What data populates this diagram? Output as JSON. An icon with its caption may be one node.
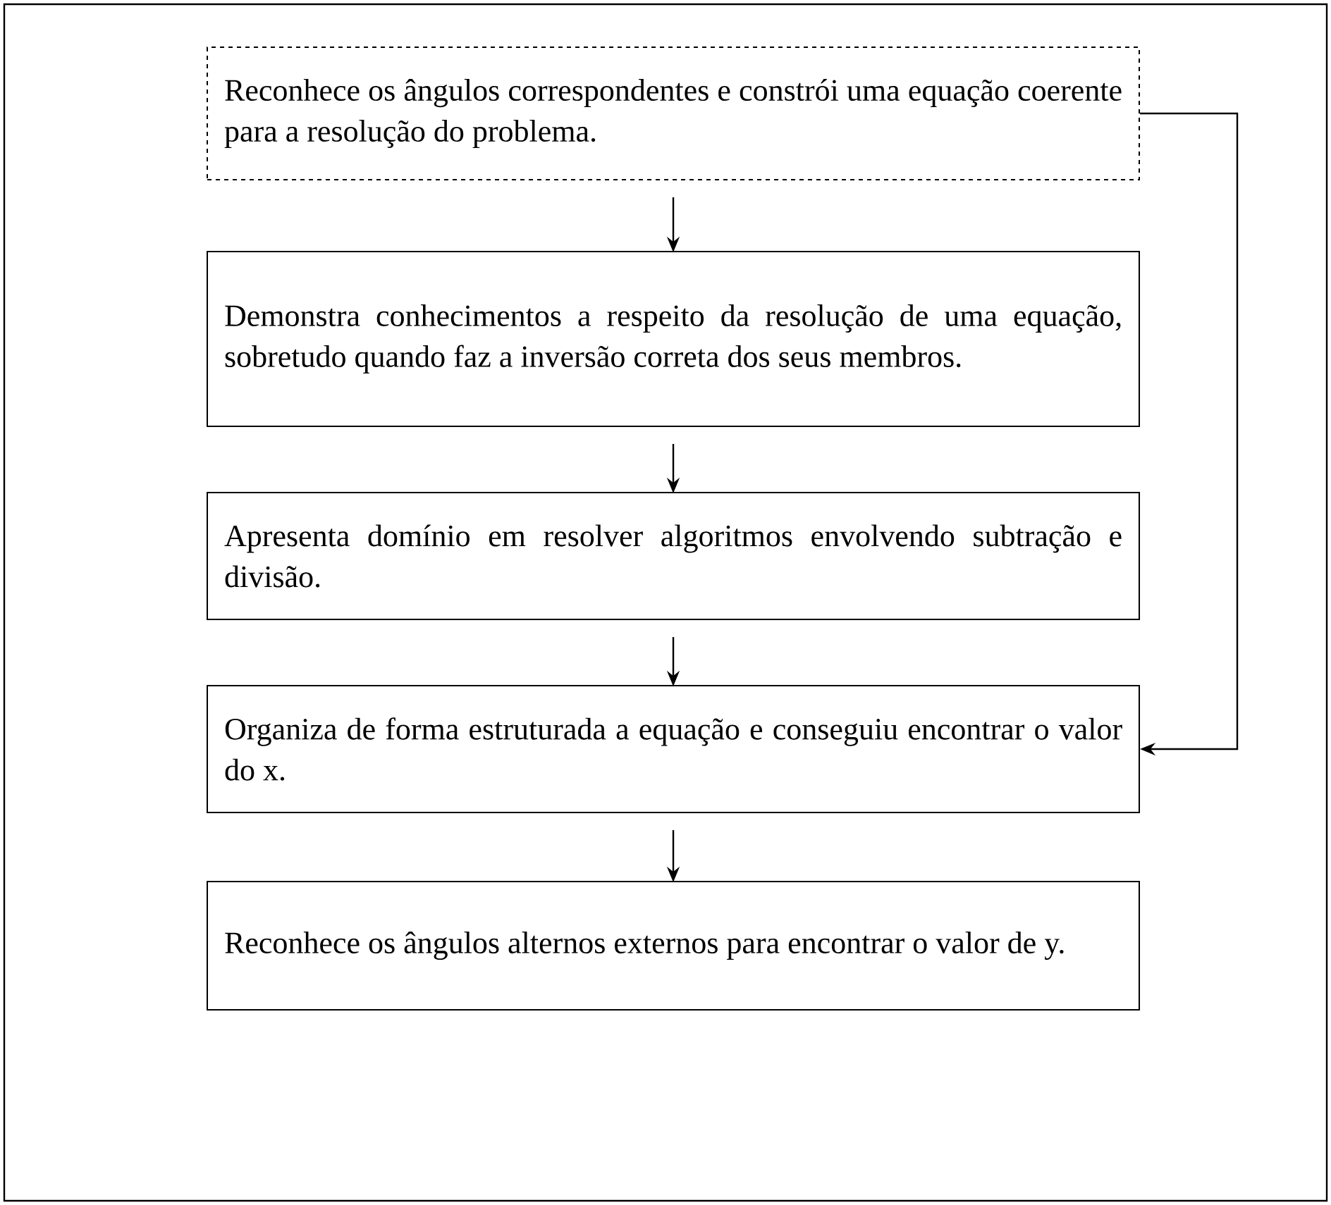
{
  "diagram": {
    "nodes": [
      {
        "text": [
          "Reconhece os ângulos correspondentes e constrói uma equação coerente para a resolução do problema."
        ]
      },
      {
        "text": [
          "Demonstra conhecimentos a respeito da resolução de uma equação, sobretudo quando faz a inversão correta dos seus membros."
        ]
      },
      {
        "text": [
          "Apresenta domínio em resolver algoritmos envolvendo subtração e divisão."
        ]
      },
      {
        "text": [
          "Organiza de forma estruturada a equação e conseguiu encontrar o valor do x."
        ]
      },
      {
        "text": [
          "Reconhece os ângulos alternos externos para encontrar o valor de y."
        ]
      }
    ],
    "edges": [
      {
        "from": 0,
        "to": 1,
        "arrow": "to"
      },
      {
        "from": 1,
        "to": 2,
        "arrow": "to"
      },
      {
        "from": 2,
        "to": 3,
        "arrow": "to"
      },
      {
        "from": 3,
        "to": 4,
        "arrow": "to"
      },
      {
        "from": 0,
        "to": 3,
        "arrow": "to"
      }
    ]
  }
}
